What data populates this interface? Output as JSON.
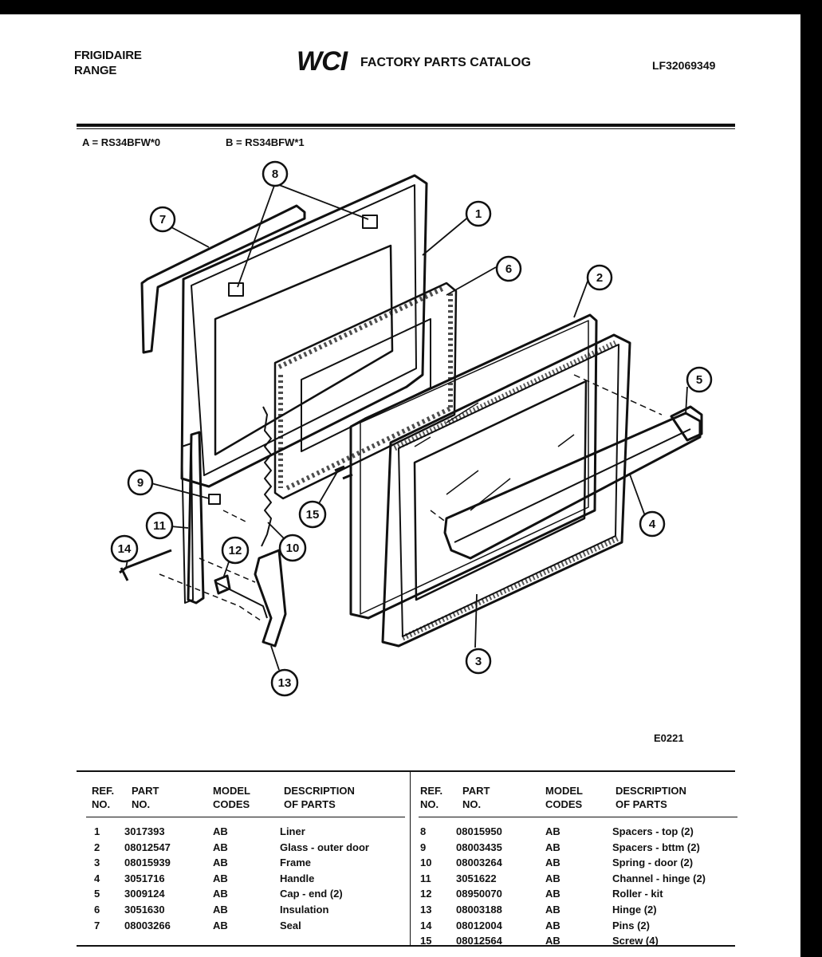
{
  "header": {
    "brand_line1": "FRIGIDAIRE",
    "brand_line2": "RANGE",
    "logo": "WCI",
    "catalog_title": "FACTORY PARTS CATALOG",
    "document_id": "LF32069349"
  },
  "models": {
    "a": "A = RS34BFW*0",
    "b": "B = RS34BFW*1"
  },
  "diagram": {
    "figure_code": "E0221",
    "callouts": [
      "1",
      "2",
      "3",
      "4",
      "5",
      "6",
      "7",
      "8",
      "9",
      "10",
      "11",
      "12",
      "13",
      "14",
      "15"
    ]
  },
  "table": {
    "headers": {
      "ref_line1": "REF.",
      "ref_line2": "NO.",
      "part_line1": "PART",
      "part_line2": "NO.",
      "model_line1": "MODEL",
      "model_line2": "CODES",
      "desc_line1": "DESCRIPTION",
      "desc_line2": "OF PARTS"
    },
    "left_rows": [
      {
        "ref": "1",
        "part": "3017393",
        "codes": "AB",
        "desc": "Liner"
      },
      {
        "ref": "2",
        "part": "08012547",
        "codes": "AB",
        "desc": "Glass - outer door"
      },
      {
        "ref": "3",
        "part": "08015939",
        "codes": "AB",
        "desc": "Frame"
      },
      {
        "ref": "4",
        "part": "3051716",
        "codes": "AB",
        "desc": "Handle"
      },
      {
        "ref": "5",
        "part": "3009124",
        "codes": "AB",
        "desc": "Cap - end (2)"
      },
      {
        "ref": "6",
        "part": "3051630",
        "codes": "AB",
        "desc": "Insulation"
      },
      {
        "ref": "7",
        "part": "08003266",
        "codes": "AB",
        "desc": "Seal"
      }
    ],
    "right_rows": [
      {
        "ref": "8",
        "part": "08015950",
        "codes": "AB",
        "desc": "Spacers - top (2)"
      },
      {
        "ref": "9",
        "part": "08003435",
        "codes": "AB",
        "desc": "Spacers - bttm (2)"
      },
      {
        "ref": "10",
        "part": "08003264",
        "codes": "AB",
        "desc": "Spring - door (2)"
      },
      {
        "ref": "11",
        "part": "3051622",
        "codes": "AB",
        "desc": "Channel - hinge (2)"
      },
      {
        "ref": "12",
        "part": "08950070",
        "codes": "AB",
        "desc": "Roller - kit"
      },
      {
        "ref": "13",
        "part": "08003188",
        "codes": "AB",
        "desc": "Hinge (2)"
      },
      {
        "ref": "14",
        "part": "08012004",
        "codes": "AB",
        "desc": "Pins (2)"
      },
      {
        "ref": "15",
        "part": "08012564",
        "codes": "AB",
        "desc": "Screw (4)"
      }
    ]
  }
}
